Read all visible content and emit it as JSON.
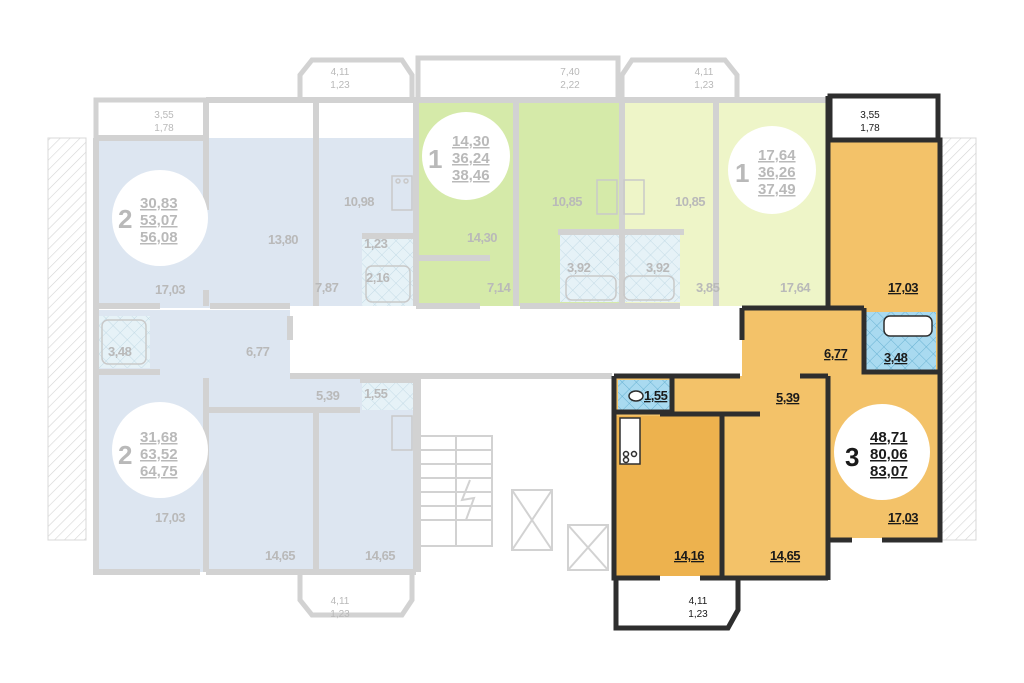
{
  "apartments": [
    {
      "id": "apt-2a",
      "rooms": "2",
      "area_living": "30,83",
      "area_total": "53,07",
      "area_with_balcony": "56,08",
      "active": false
    },
    {
      "id": "apt-2b",
      "rooms": "2",
      "area_living": "31,68",
      "area_total": "63,52",
      "area_with_balcony": "64,75",
      "active": false
    },
    {
      "id": "apt-1a",
      "rooms": "1",
      "area_living": "14,30",
      "area_total": "36,24",
      "area_with_balcony": "38,46",
      "active": false
    },
    {
      "id": "apt-1b",
      "rooms": "1",
      "area_living": "17,64",
      "area_total": "36,26",
      "area_with_balcony": "37,49",
      "active": false
    },
    {
      "id": "apt-3",
      "rooms": "3",
      "area_living": "48,71",
      "area_total": "80,06",
      "area_with_balcony": "83,07",
      "active": true
    }
  ],
  "room_labels": {
    "r1": "13,80",
    "r2": "10,98",
    "r3": "1,23",
    "r4": "2,16",
    "r5": "17,03",
    "r6": "7,87",
    "r7": "3,48",
    "r8": "6,77",
    "r9": "5,39",
    "r10": "1,55",
    "r11": "17,03",
    "r12": "14,65",
    "r13": "14,65",
    "r14": "14,30",
    "r15": "10,85",
    "r16": "3,92",
    "r17": "7,14",
    "r18": "10,85",
    "r19": "3,92",
    "r20": "3,85",
    "r21": "17,64",
    "r22": "17,03",
    "r23": "3,48",
    "r24": "6,77",
    "r25": "5,39",
    "r26": "1,55",
    "r27": "14,16",
    "r28": "14,65",
    "r29": "17,03"
  },
  "balconies": {
    "b1": {
      "top": "3,55",
      "bottom": "1,78"
    },
    "b2": {
      "top": "4,11",
      "bottom": "1,23"
    },
    "b3": {
      "top": "7,40",
      "bottom": "2,22"
    },
    "b4": {
      "top": "4,11",
      "bottom": "1,23"
    },
    "b5": {
      "top": "3,55",
      "bottom": "1,78"
    },
    "b6": {
      "top": "4,11",
      "bottom": "1,23"
    },
    "b7": {
      "top": "4,11",
      "bottom": "1,23"
    }
  },
  "colors": {
    "apt_blue": "#dde6f1",
    "apt_green": "#d5eaa9",
    "apt_lightgreen": "#eef5c8",
    "apt_orange": "#f3c269",
    "apt_orange_dark": "#edb24e",
    "wall_dim": "#d2d2d2",
    "wall_active": "#2e2e2e",
    "wet_blue": "#bfe3f2"
  }
}
